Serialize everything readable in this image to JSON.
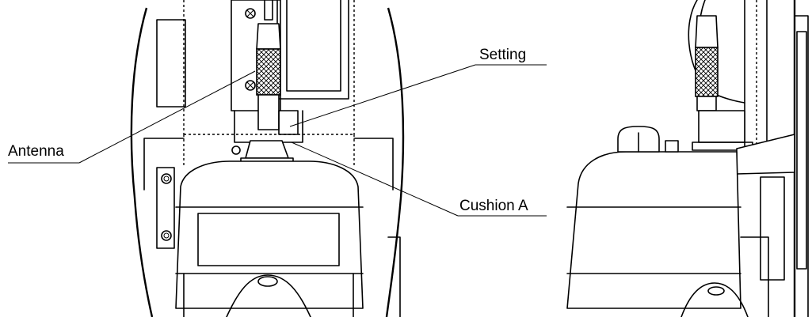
{
  "callouts": {
    "setting": "Setting",
    "antenna": "Antenna",
    "cushion_a": "Cushion A"
  },
  "icons": {
    "antenna_texture": "crosshatch-pattern",
    "screw": "screw-icon"
  }
}
